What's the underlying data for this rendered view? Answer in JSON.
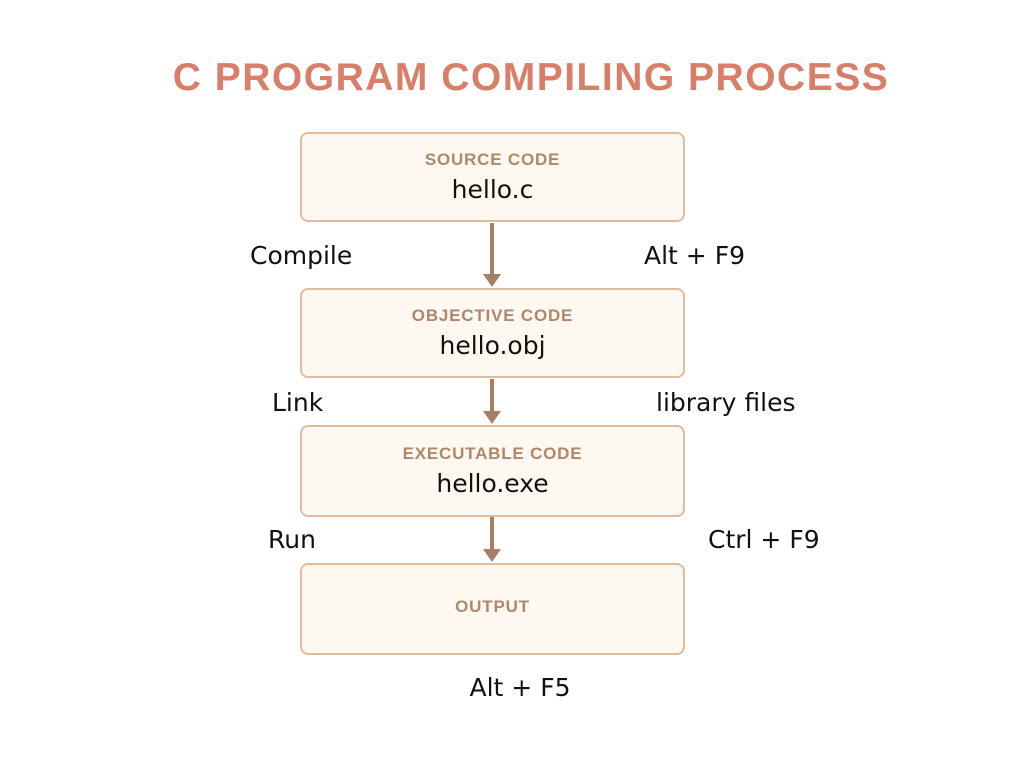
{
  "title": "C PROGRAM COMPILING PROCESS",
  "colors": {
    "title_accent": "#d87e69",
    "box_background": "#fdf9f0",
    "box_border": "#e1bb9b",
    "box_heading": "#b0876a",
    "arrow": "#a67f66",
    "text": "#111111",
    "page_background": "#ffffff"
  },
  "diagram": {
    "nodes": [
      {
        "heading": "SOURCE CODE",
        "value": "hello.c"
      },
      {
        "heading": "OBJECTIVE CODE",
        "value": "hello.obj"
      },
      {
        "heading": "EXECUTABLE CODE",
        "value": "hello.exe"
      },
      {
        "heading": "OUTPUT",
        "value": ""
      }
    ],
    "edges": [
      {
        "left_label": "Compile",
        "right_label": "Alt + F9"
      },
      {
        "left_label": "Link",
        "right_label": "library files"
      },
      {
        "left_label": "Run",
        "right_label": "Ctrl + F9"
      }
    ],
    "footer_label": "Alt + F5"
  }
}
